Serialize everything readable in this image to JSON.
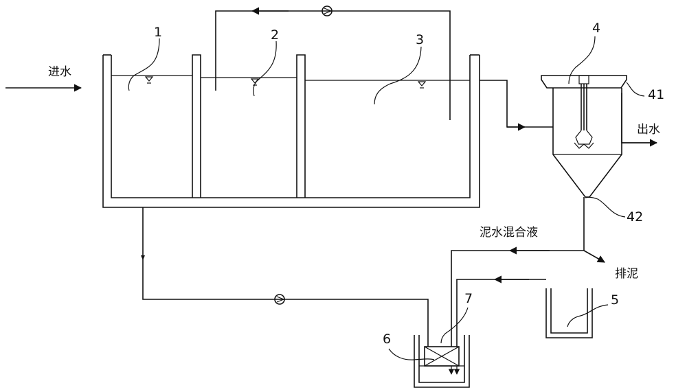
{
  "labels": {
    "inlet": "进水",
    "outlet": "出水",
    "sludge_mixture": "泥水混合液",
    "sludge_discharge": "排泥"
  },
  "components": {
    "tank_1": "1",
    "tank_2": "2",
    "tank_3": "3",
    "clarifier": "4",
    "clarifier_top": "41",
    "clarifier_bottom": "42",
    "dosing_tank": "5",
    "reactor": "6",
    "reactor_unit": "7"
  }
}
